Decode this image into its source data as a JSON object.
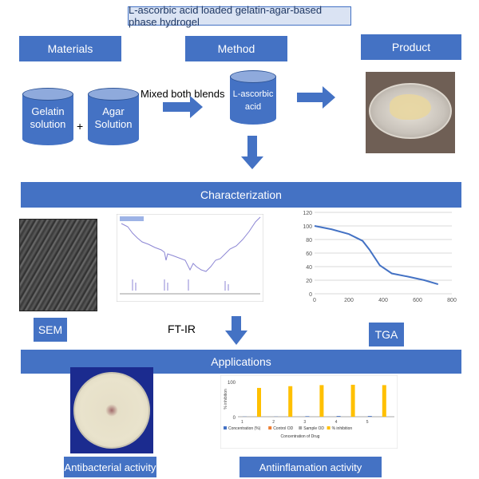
{
  "title": "L-ascorbic acid loaded gelatin-agar-based phase hydrogel",
  "headers": {
    "materials": "Materials",
    "method": "Method",
    "product": "Product",
    "characterization": "Characterization",
    "applications": "Applications"
  },
  "cylinders": {
    "gelatin": "Gelatin solution",
    "agar": "Agar Solution",
    "ascorbic": "L-ascorbic acid"
  },
  "plus": "+",
  "mix_label": "Mixed both blends",
  "char_labels": {
    "sem": "SEM",
    "ftir": "FT-IR",
    "tga": "TGA"
  },
  "app_labels": {
    "antibacterial": "Antibacterial activity",
    "antiinflammation": "Antiinflamation activity"
  },
  "chart_data": [
    {
      "type": "line",
      "name": "TGA",
      "x": [
        0,
        100,
        200,
        280,
        320,
        380,
        450,
        550,
        640,
        720
      ],
      "y": [
        100,
        95,
        88,
        78,
        65,
        42,
        30,
        25,
        20,
        14
      ],
      "xticks": [
        0,
        200,
        400,
        600,
        800
      ],
      "yticks": [
        0,
        20,
        40,
        60,
        80,
        100,
        120
      ],
      "xlim": [
        0,
        800
      ],
      "ylim": [
        0,
        120
      ],
      "grid": true
    },
    {
      "type": "bar",
      "name": "Antiinflammation",
      "categories": [
        "1",
        "2",
        "3",
        "4",
        "5"
      ],
      "ylabel": "% inhibition",
      "xlabel": "Concentration of Drug",
      "ytick_labels": [
        "0",
        "100"
      ],
      "ylim": [
        0,
        100
      ],
      "series": [
        {
          "name": "Concentration (%)",
          "color": "#4472c4",
          "values": [
            0.5,
            0.5,
            1.5,
            2,
            2
          ]
        },
        {
          "name": "Control OD",
          "color": "#ed7d31",
          "values": [
            0,
            0,
            0,
            0,
            0
          ]
        },
        {
          "name": "Sample OD",
          "color": "#a5a5a5",
          "values": [
            0,
            0,
            0,
            0,
            0
          ]
        },
        {
          "name": "% inhibition",
          "color": "#ffc000",
          "values": [
            82,
            87,
            90,
            91,
            90
          ]
        }
      ]
    }
  ]
}
